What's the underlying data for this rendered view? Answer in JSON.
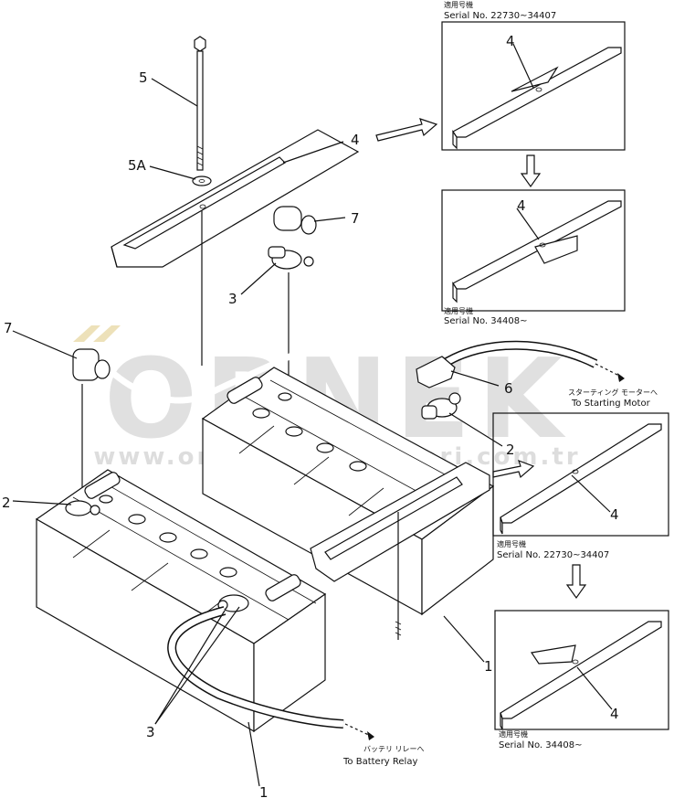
{
  "watermark": {
    "brand": "ORNEK",
    "url": "www.orneksimakinalari.com.tr"
  },
  "callouts": {
    "c5": "5",
    "c5a": "5A",
    "c4_top": "4",
    "c7_top": "7",
    "c3_top": "3",
    "c7_left": "7",
    "c2_left": "2",
    "c6": "6",
    "c2_right": "2",
    "c3_bottom": "3",
    "c1_bottom": "1",
    "c1_right": "1"
  },
  "insets": [
    {
      "jp": "適用号機",
      "serial": "Serial  No. 22730~34407",
      "part": "4"
    },
    {
      "jp": "適用号機",
      "serial": "Serial  No. 34408~",
      "part": "4"
    },
    {
      "jp": "適用号機",
      "serial": "Serial  No. 22730~34407",
      "part": "4"
    },
    {
      "jp": "適用号機",
      "serial": "Serial  No. 34408~",
      "part": "4"
    }
  ],
  "destinations": {
    "starting_motor_jp": "スターティング モーターへ",
    "starting_motor": "To Starting Motor",
    "battery_relay_jp": "バッテリ リレーへ",
    "battery_relay": "To Battery Relay"
  }
}
